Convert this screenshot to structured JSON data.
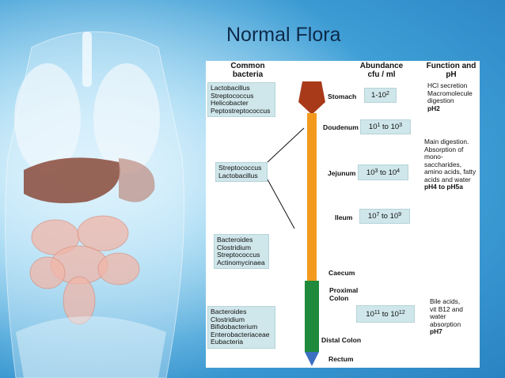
{
  "slide": {
    "title": "Normal Flora"
  },
  "headers": {
    "bacteria": [
      "Common",
      "bacteria"
    ],
    "abundance": [
      "Abundance",
      "cfu / ml"
    ],
    "function": [
      "Function and",
      "pH"
    ]
  },
  "bacteria_groups": [
    {
      "items": [
        "Lactobacillus",
        "Streptococcus",
        "Helicobacter",
        "Peptostreptococcus"
      ]
    },
    {
      "items": [
        "Streptococcus",
        "Lactobacillus"
      ]
    },
    {
      "items": [
        "Bacteroides",
        "Clostridium",
        "Streptococcus",
        "Actinomycinaea"
      ]
    },
    {
      "items": [
        "Bacteroides",
        "Clostridium",
        "Bifidobacterium",
        "Enterobacteriaceae",
        "Eubacteria"
      ]
    }
  ],
  "organs": {
    "stomach": "Stomach",
    "doudenum": "Doudenum",
    "jejunum": "Jejunum",
    "ileum": "Ileum",
    "caecum": "Caecum",
    "proximal": [
      "Proximal",
      "Colon"
    ],
    "distal": "Distal Colon",
    "rectum": "Rectum"
  },
  "abundance": {
    "stomach": {
      "base": "1-10",
      "exp": "2"
    },
    "doudenum": {
      "a": "10",
      "a_exp": "1",
      "mid": " to ",
      "b": "10",
      "b_exp": "3"
    },
    "jejunum": {
      "a": "10",
      "a_exp": "3",
      "mid": " to ",
      "b": "10",
      "b_exp": "4"
    },
    "ileum": {
      "a": "10",
      "a_exp": "7",
      "mid": " to ",
      "b": "10",
      "b_exp": "9"
    },
    "colon": {
      "a": "10",
      "a_exp": "11",
      "mid": " to ",
      "b": "10",
      "b_exp": "12"
    }
  },
  "functions": {
    "stomach": {
      "lines": [
        "HCl secretion",
        "Macromolecule",
        "digestion"
      ],
      "ph": "pH2"
    },
    "small_intestine": {
      "lines": [
        "Main digestion.",
        "Absorption of",
        "mono-",
        "saccharides,",
        "amino acids, fatty",
        "acids and water"
      ],
      "ph": "pH4 to pH5a"
    },
    "colon": {
      "lines": [
        "Bile acids,",
        "vit B12 and",
        "water",
        "absorption"
      ],
      "ph": "pH7"
    }
  },
  "colors": {
    "stomach": "#a83a1a",
    "small_intestine": "#f39a1e",
    "colon": "#1f8a3b",
    "rectum": "#3c6fc1",
    "box": "#cfe6ea"
  }
}
